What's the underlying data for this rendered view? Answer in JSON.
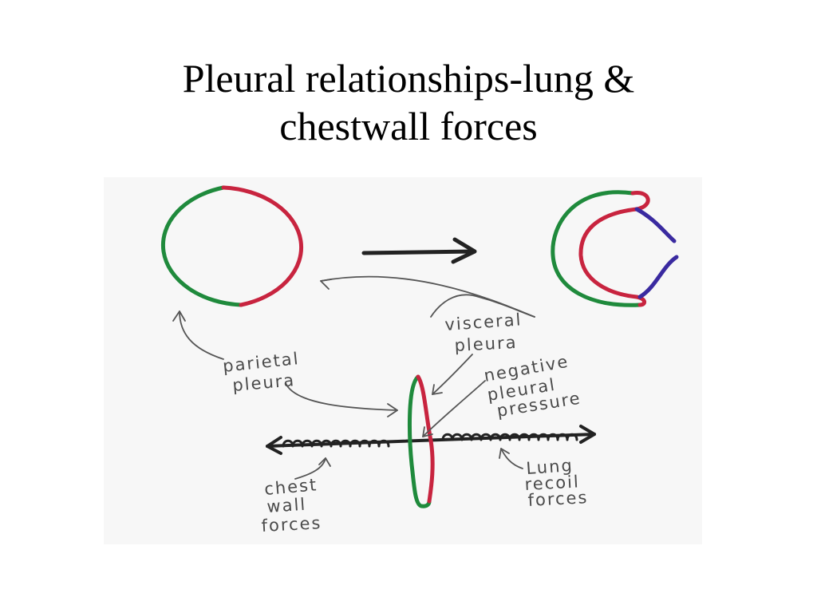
{
  "slide": {
    "title_line1": "Pleural relationships-lung &",
    "title_line2": "chestwall forces"
  },
  "labels": {
    "visceral_1": "visceral",
    "visceral_2": "pleura",
    "parietal_1": "parietal",
    "parietal_2": "pleura",
    "negative_1": "negative",
    "negative_2": "pleural",
    "negative_3": "pressure",
    "chest_1": "chest",
    "chest_2": "wall",
    "chest_3": "forces",
    "lung_1": "Lung",
    "lung_2": "recoil",
    "lung_3": "forces"
  },
  "colors": {
    "parietal": "#1f8a3c",
    "visceral": "#c8243f",
    "collapse": "#3a2aa0",
    "ink": "#222222",
    "pointer": "#555555"
  }
}
